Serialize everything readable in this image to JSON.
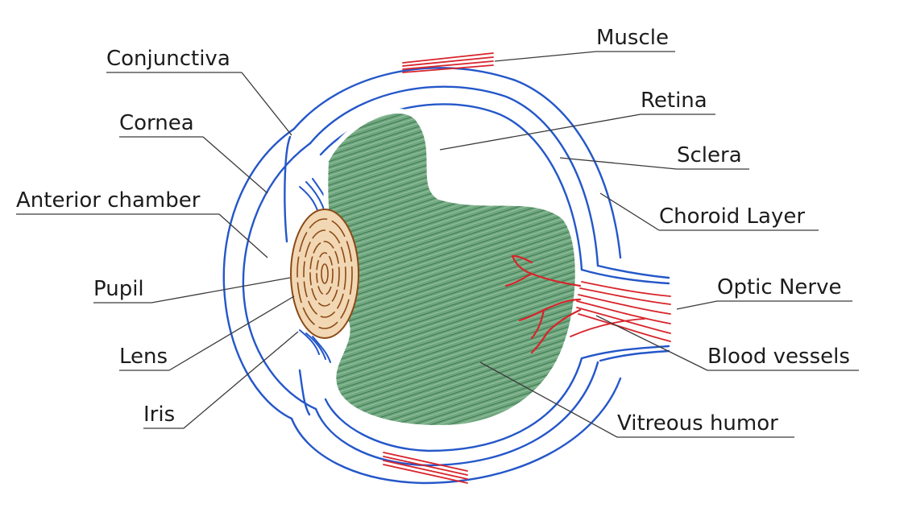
{
  "labels": {
    "conjunctiva": "Conjunctiva",
    "cornea": "Cornea",
    "anterior_chamber": "Anterior chamber",
    "pupil": "Pupil",
    "lens": "Lens",
    "iris": "Iris",
    "muscle": "Muscle",
    "retina": "Retina",
    "sclera": "Sclera",
    "choroid_layer": "Choroid Layer",
    "optic_nerve": "Optic Nerve",
    "blood_vessels": "Blood vessels",
    "vitreous_humor": "Vitreous humor"
  },
  "colors": {
    "outline": "#2457c9",
    "vessels": "#d8242b",
    "vitreous": "#5e9a6e",
    "lens_fill": "#f2d7b4",
    "lens_lines": "#8b4a16",
    "leader": "#3a3a3a",
    "text": "#1c1c1c"
  }
}
